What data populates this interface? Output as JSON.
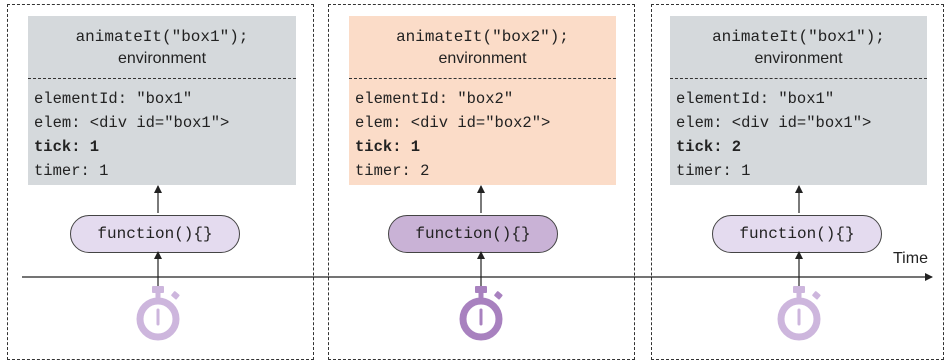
{
  "colors": {
    "env_default": "#d5d9dc",
    "env_active": "#fbdcc8",
    "pill_default": "#e4dbef",
    "pill_active": "#c9b2d6",
    "timer_light": "#cdb6dd",
    "timer_dark": "#a881bf"
  },
  "axis": {
    "label": "Time"
  },
  "panels": [
    {
      "call": "animateIt(\"box1\");",
      "env_title": "environment",
      "lines": {
        "elementId": "elementId: \"box1\"",
        "elem": "elem: <div id=\"box1\">",
        "tick": "tick: 1",
        "timer": "timer: 1"
      },
      "function_label": "function(){}",
      "active": false,
      "timer_icon": "stopwatch-icon"
    },
    {
      "call": "animateIt(\"box2\");",
      "env_title": "environment",
      "lines": {
        "elementId": "elementId: \"box2\"",
        "elem": "elem: <div id=\"box2\">",
        "tick": "tick: 1",
        "timer": "timer: 2"
      },
      "function_label": "function(){}",
      "active": true,
      "timer_icon": "stopwatch-icon"
    },
    {
      "call": "animateIt(\"box1\");",
      "env_title": "environment",
      "lines": {
        "elementId": "elementId: \"box1\"",
        "elem": "elem: <div id=\"box1\">",
        "tick": "tick: 2",
        "timer": "timer: 1"
      },
      "function_label": "function(){}",
      "active": false,
      "timer_icon": "stopwatch-icon"
    }
  ]
}
